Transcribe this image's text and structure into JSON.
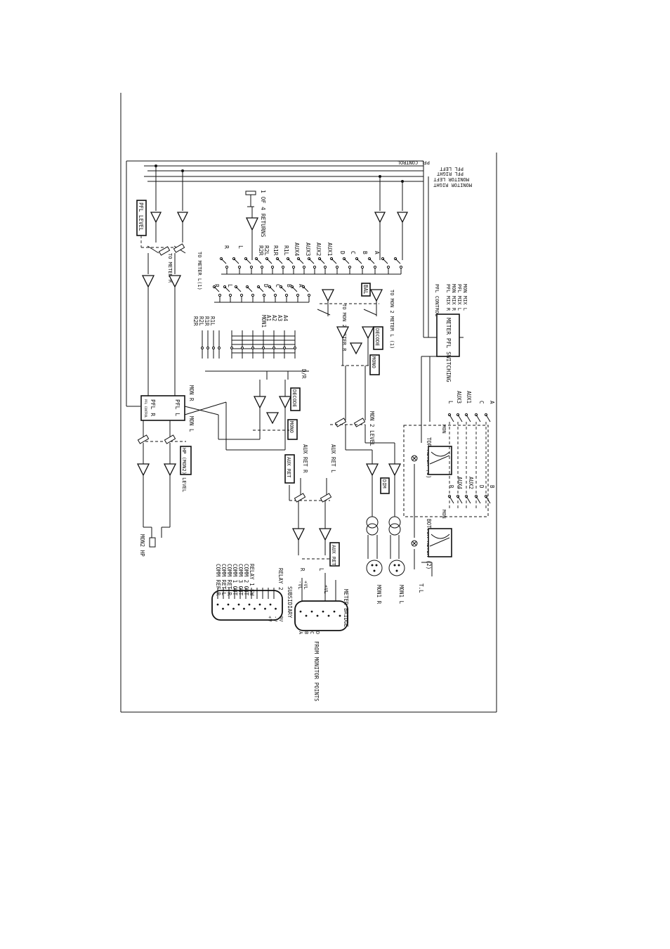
{
  "bus_labels": [
    "PFL CONTROL",
    "PFL LEFT",
    "PFL RIGHT",
    "MONITOR LEFT",
    "MONITOR RIGHT"
  ],
  "top_labels": {
    "returns": "1 OF 4 RETURNS",
    "pfl_level": "PFL LEVEL",
    "to_meter_l": "TO METER L(1)",
    "to_meter_r": "TO METER R",
    "to_mon2_meter": "TO MON 2 METER L (1)",
    "to_mon2_meter_r": "TO MON 2 METER R",
    "bal": "BAL",
    "decode_1": "DECODE",
    "decode_2": "DECODE",
    "mono_1": "MONO",
    "mono_2": "MONO",
    "dim": "DIM",
    "mon2_level": "MON 2 LEVEL",
    "pfl_r": "PFL R",
    "pfl_l": "PFL L",
    "pfl_small": "PFL CONTROL",
    "mon_r": "MON R",
    "mon_l": "MON L",
    "hp_level": "HP (MON2) LEVEL",
    "aux_ret_r": "AUX RET R",
    "aux_ret_l": "AUX RET L",
    "aux_ret_box": "AUX RET",
    "aux_ret_box2": "AUX RET",
    "mon2_hp": "MON2 HP",
    "mon1": "MON1",
    "d_r": "D/R",
    "meter_pfl_switching": "METER PFL SWITCHING",
    "mon_mix_list": [
      "MON MIX L",
      "PFL MIX L",
      "MON MIX R",
      "PFL MIX R",
      "PFL CONTROL"
    ],
    "top_meter": "TOP METER (1)",
    "bottom_meter": "BOTTOM METER (2)",
    "mon_label_1": "MON",
    "mon_label_2": "MON",
    "tl": "T.L",
    "mon1_r": "MON1 R",
    "mon1_l": "MON1 L",
    "subsidiary": "SUBSIDIARY",
    "meter_bridge": "METER BRIDGE",
    "from_monitor_points": "FROM MONITOR POINTS",
    "relay_list": [
      "RELAY 1 SW",
      "COMM 2 OUT",
      "COMM 3 OUT",
      "COMM 1 OUT",
      "COMM RET R",
      "COMM RET L",
      "COMM REF R"
    ],
    "relay_2": "RELAY 2",
    "pins_sub": [
      "0V",
      "-V",
      "+V"
    ],
    "pins_bridge": [
      "+VL",
      "-VL",
      "+VL"
    ],
    "pins_from": [
      "A",
      "B",
      "C",
      "D"
    ],
    "aux_ret_sel": [
      "R",
      "L"
    ]
  },
  "source_row_1": [
    "R",
    "L",
    "R2R",
    "R2L",
    "R1R",
    "R1L",
    "AUX4",
    "AUX3",
    "AUX2",
    "AUX1",
    "D",
    "C",
    "B",
    "A"
  ],
  "source_row_2": [
    "R",
    "L",
    "D",
    "C",
    "B",
    "A"
  ],
  "source_row_3": [
    "R1L",
    "R1R",
    "R2L",
    "R2R"
  ],
  "mon1_sources": [
    "MON1",
    "A1",
    "A2",
    "A3",
    "A4"
  ],
  "meter1_sources": [
    "AUX3",
    "AUX1",
    "L",
    "C",
    "A"
  ],
  "meter2_sources": [
    "R",
    "AUX4",
    "AUX2",
    "D",
    "B"
  ]
}
